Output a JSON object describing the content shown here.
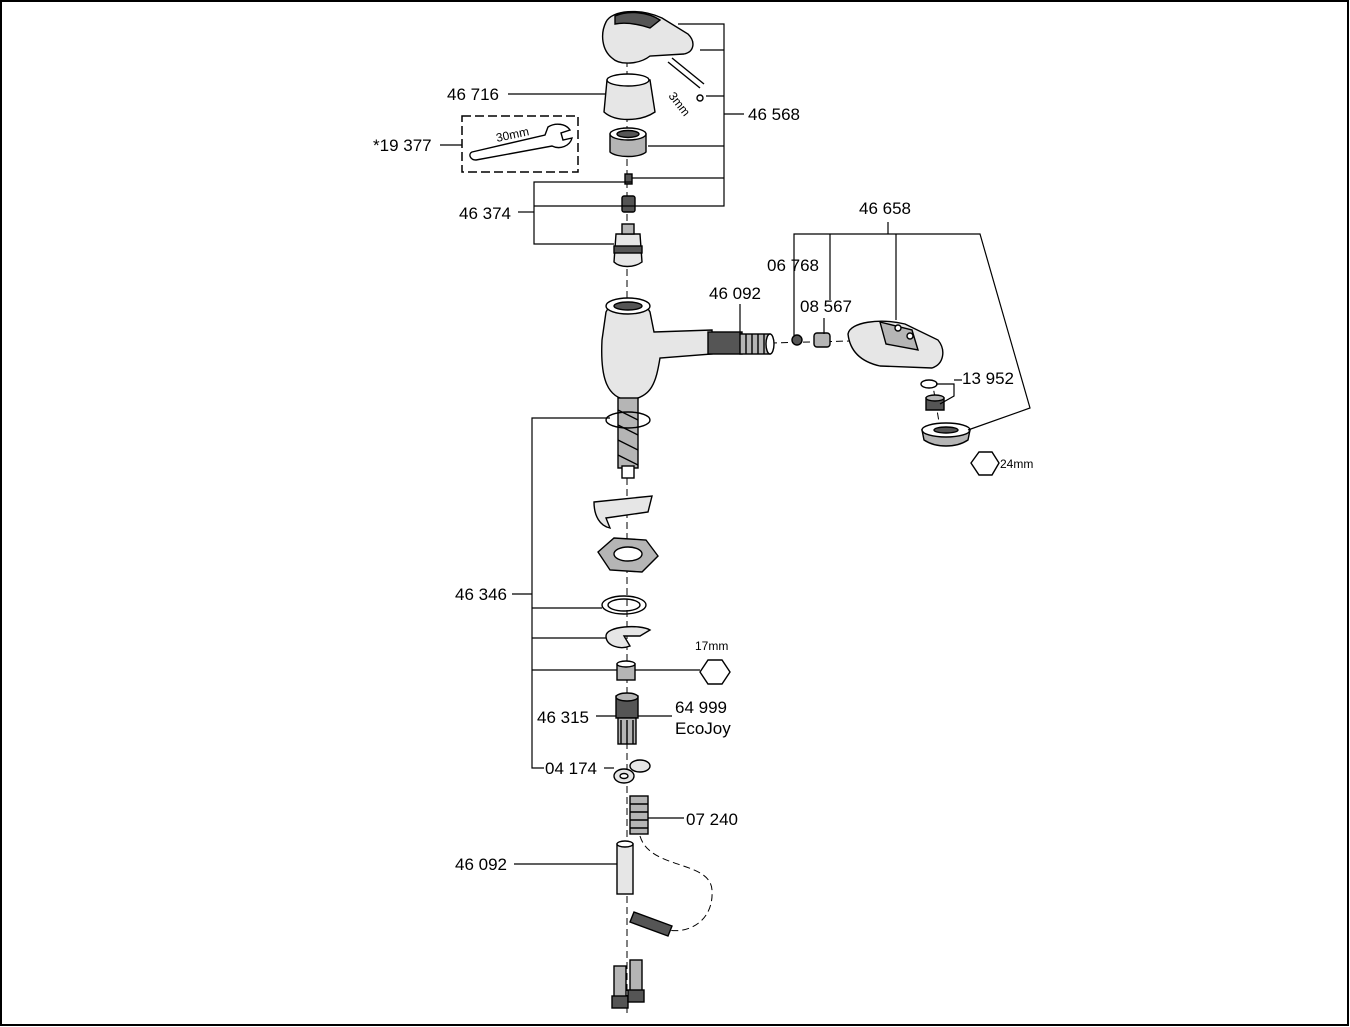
{
  "labels": {
    "handle_set": "46 568",
    "cap": "46 716",
    "wrench_kit": "*19 377",
    "wrench_size": "30mm",
    "hex_key_size": "3mm",
    "cartridge_set": "46 374",
    "spray_head_set": "46 658",
    "hose_connector": "46 092",
    "check_valve": "06 768",
    "adapter": "08 567",
    "aerator_set": "13 952",
    "aerator_wrench_size": "24mm",
    "mounting_set": "46 346",
    "nut_wrench_size": "17mm",
    "flow_limiter": "46 315",
    "ecojoy_code": "64 999",
    "ecojoy_name": "EcoJoy",
    "washer": "04 174",
    "weight": "07 240",
    "hose_guide": "46 092"
  }
}
